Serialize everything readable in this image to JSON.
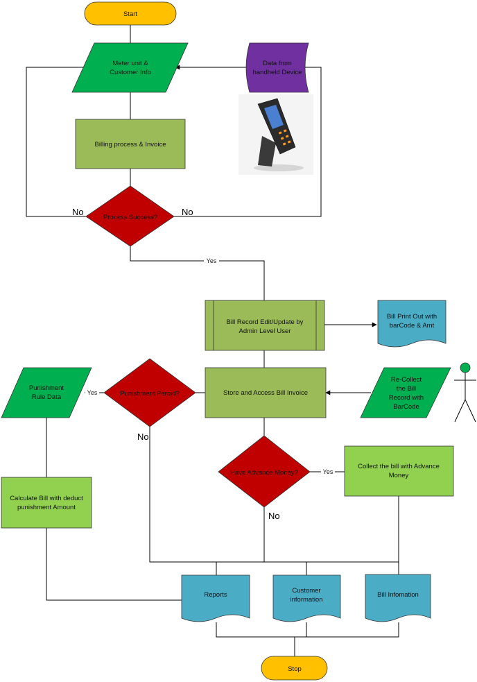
{
  "colors": {
    "terminator": "#FFC000",
    "io_green": "#00B050",
    "process_olive": "#9BBB59",
    "process_lime": "#92D050",
    "decision": "#C00000",
    "document": "#4BACC6",
    "storage_purple": "#7030A0"
  },
  "nodes": {
    "start": "Start",
    "meter_info": [
      "Meter unit &",
      "Customer Info"
    ],
    "handheld": [
      "Data from",
      "handheld Device"
    ],
    "billing": "Billing process & Invoice",
    "process_success": "Process Success?",
    "bill_record": [
      "Bill Record Edit/Update by",
      "Admin Level User"
    ],
    "bill_printout": [
      "Bill Print Out with",
      "barCode & Amt"
    ],
    "store_access": "Store and Access Bill Invoice",
    "punishment_period": "Punishment Peroid?",
    "punishment_rule": [
      "Punishment",
      "Rule Data"
    ],
    "recollect": [
      "Re-Collect",
      "the Bill",
      "Record with",
      "BarCode"
    ],
    "calculate_bill": [
      "Calculate Bill with deduct",
      "punishment Amount"
    ],
    "advance_money": "Have Advance Money?",
    "collect_advance": [
      "Collect the bill with Advance",
      "Money"
    ],
    "reports": "Reports",
    "customer_info_doc": [
      "Customer",
      "information"
    ],
    "bill_info_doc": "Bill Infomation",
    "stop": "Stop"
  },
  "edges": {
    "no_left": "No",
    "no_right": "No",
    "yes_success": "Yes",
    "yes_punishment": "Yes",
    "no_punishment": "No",
    "yes_advance": "Yes",
    "no_advance": "No"
  }
}
